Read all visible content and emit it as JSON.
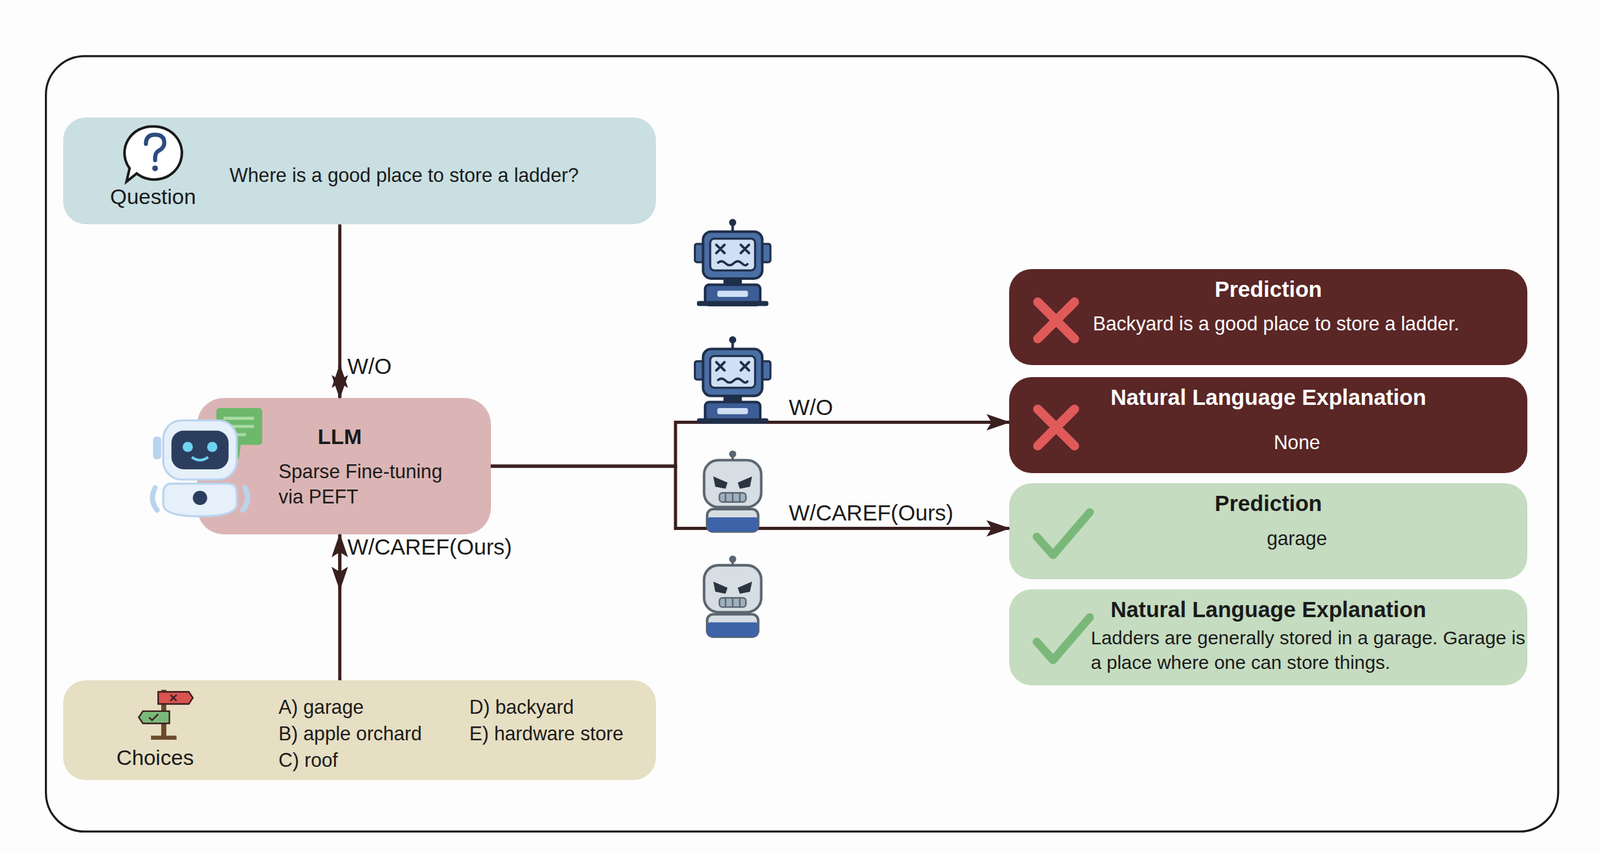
{
  "diagram": {
    "nodes": [
      {
        "text": [
          "Question",
          "Where is a good place to store a ladder?"
        ]
      },
      {
        "text": [
          "LLM",
          "Sparse Fine-tuning via PEFT"
        ]
      },
      {
        "text": [
          "Choices",
          "A) garage",
          "B) apple orchard",
          "C) roof",
          "D) backyard",
          "E) hardware store"
        ]
      },
      {
        "text": [
          "Prediction",
          "Backyard is a good place to store a ladder."
        ]
      },
      {
        "text": [
          "Natural Language Explanation",
          "None"
        ]
      },
      {
        "text": [
          "Prediction",
          "garage"
        ]
      },
      {
        "text": [
          "Natural Language Explanation",
          "Ladders are generally stored in a garage. Garage is a place where one can store things."
        ]
      }
    ],
    "edges": [
      {
        "from": 0,
        "to": 1,
        "arrow": "to"
      },
      {
        "from": 2,
        "to": 1,
        "arrow": "to"
      },
      {
        "from": 1,
        "to": 3,
        "label": "W/O",
        "arrow": "to"
      },
      {
        "from": 1,
        "to": 4,
        "label": "W/O",
        "arrow": "to"
      },
      {
        "from": 1,
        "to": 5,
        "label": "W/CAREF(Ours)",
        "arrow": "to"
      },
      {
        "from": 1,
        "to": 6,
        "label": "W/CAREF(Ours)",
        "arrow": "to"
      }
    ]
  }
}
